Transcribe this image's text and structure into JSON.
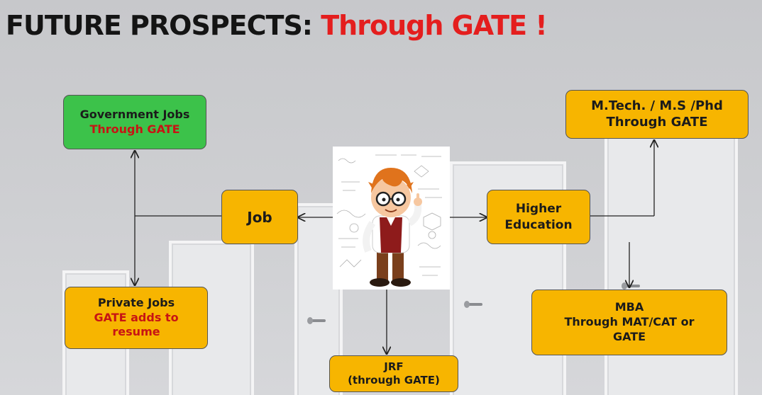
{
  "title": {
    "prefix": "FUTURE PROSPECTS:",
    "highlight": "Through GATE !"
  },
  "nodes": {
    "gov_jobs": {
      "line1": "Government Jobs",
      "line2": "Through GATE"
    },
    "job": {
      "label": "Job"
    },
    "private_jobs": {
      "line1": "Private Jobs",
      "line2": "GATE adds to",
      "line3": "resume"
    },
    "jrf": {
      "line1": "JRF",
      "line2": "(through GATE)"
    },
    "higher_education": {
      "line1": "Higher",
      "line2": "Education"
    },
    "mtech": {
      "line1": "M.Tech. / M.S /Phd",
      "line2": "Through GATE"
    },
    "mba": {
      "line1": "MBA",
      "line2": "Through MAT/CAT or",
      "line3": "GATE"
    }
  },
  "colors": {
    "title_highlight": "#e41e1e",
    "box_orange": "#f7b500",
    "box_green": "#3cc24a",
    "emphasis_red": "#c71414"
  }
}
